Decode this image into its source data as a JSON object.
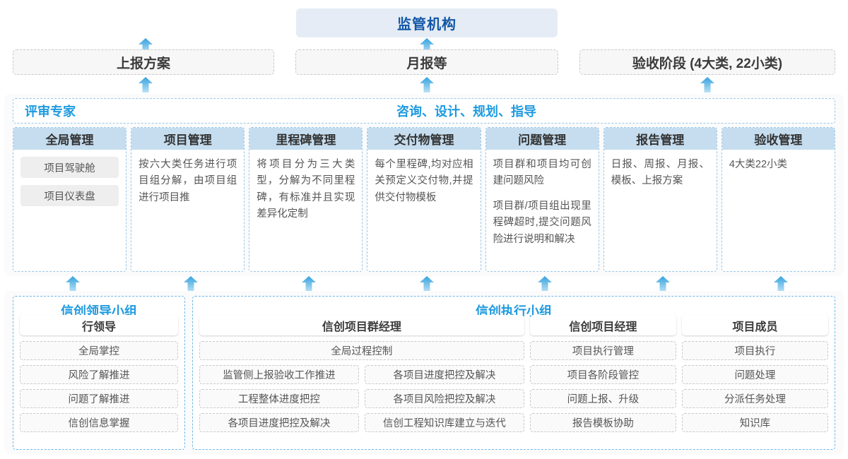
{
  "top": {
    "regulator_label": "监管机构"
  },
  "reports": [
    {
      "label": "上报方案"
    },
    {
      "label": "月报等"
    },
    {
      "label": "验收阶段 (4大类, 22小类)"
    }
  ],
  "middle": {
    "role_left": "评审专家",
    "role_center": "咨询、设计、规划、指导",
    "cards": [
      {
        "title": "全局管理",
        "pills": [
          "项目驾驶舱",
          "项目仪表盘"
        ],
        "paragraphs": []
      },
      {
        "title": "项目管理",
        "pills": [],
        "paragraphs": [
          "按六大类任务进行项目组分解，由项目组进行项目推"
        ]
      },
      {
        "title": "里程碑管理",
        "pills": [],
        "paragraphs": [
          "将项目分为三大类型，分解为不同里程碑，有标准并且实现差异化定制"
        ]
      },
      {
        "title": "交付物管理",
        "pills": [],
        "paragraphs": [
          "每个里程碑,均对应相关预定义交付物,并提供交付物模板"
        ]
      },
      {
        "title": "问题管理",
        "pills": [],
        "paragraphs": [
          "项目群和项目均可创建问题风险",
          "项目群/项目组出现里程碑超时,提交问题风险进行说明和解决"
        ]
      },
      {
        "title": "报告管理",
        "pills": [],
        "paragraphs": [
          "日报、周报、月报、模板、上报方案"
        ]
      },
      {
        "title": "验收管理",
        "pills": [],
        "paragraphs": [
          "4大类22小类"
        ]
      }
    ]
  },
  "bottom": {
    "leader_group": {
      "title": "信创领导小组",
      "role": "行领导",
      "tasks": [
        "全局掌控",
        "风险了解推进",
        "问题了解推进",
        "信创信息掌握"
      ]
    },
    "exec_group": {
      "title": "信创执行小组",
      "program_manager": {
        "role": "信创项目群经理",
        "full_width_task": "全局过程控制",
        "left_tasks": [
          "监管侧上报验收工作推进",
          "工程整体进度把控",
          "各项目进度把控及解决"
        ],
        "right_tasks": [
          "各项目进度把控及解决",
          "各项目风险把控及解决",
          "信创工程知识库建立与迭代"
        ]
      },
      "project_manager": {
        "role": "信创项目经理",
        "tasks": [
          "项目执行管理",
          "项目各阶段管控",
          "问题上报、升级",
          "报告模板协助"
        ]
      },
      "members": {
        "role": "项目成员",
        "tasks": [
          "项目执行",
          "问题处理",
          "分派任务处理",
          "知识库"
        ]
      }
    }
  },
  "arrows": {
    "icon": "arrow-up-icon",
    "color_top": "#3aa5e0",
    "color_bottom": "#b9e1f5"
  },
  "colors": {
    "accent_blue": "#1e9ae0",
    "title_blue": "#1257a6",
    "card_header": "#c5ddef",
    "panel_bg": "#fbfbfb"
  }
}
